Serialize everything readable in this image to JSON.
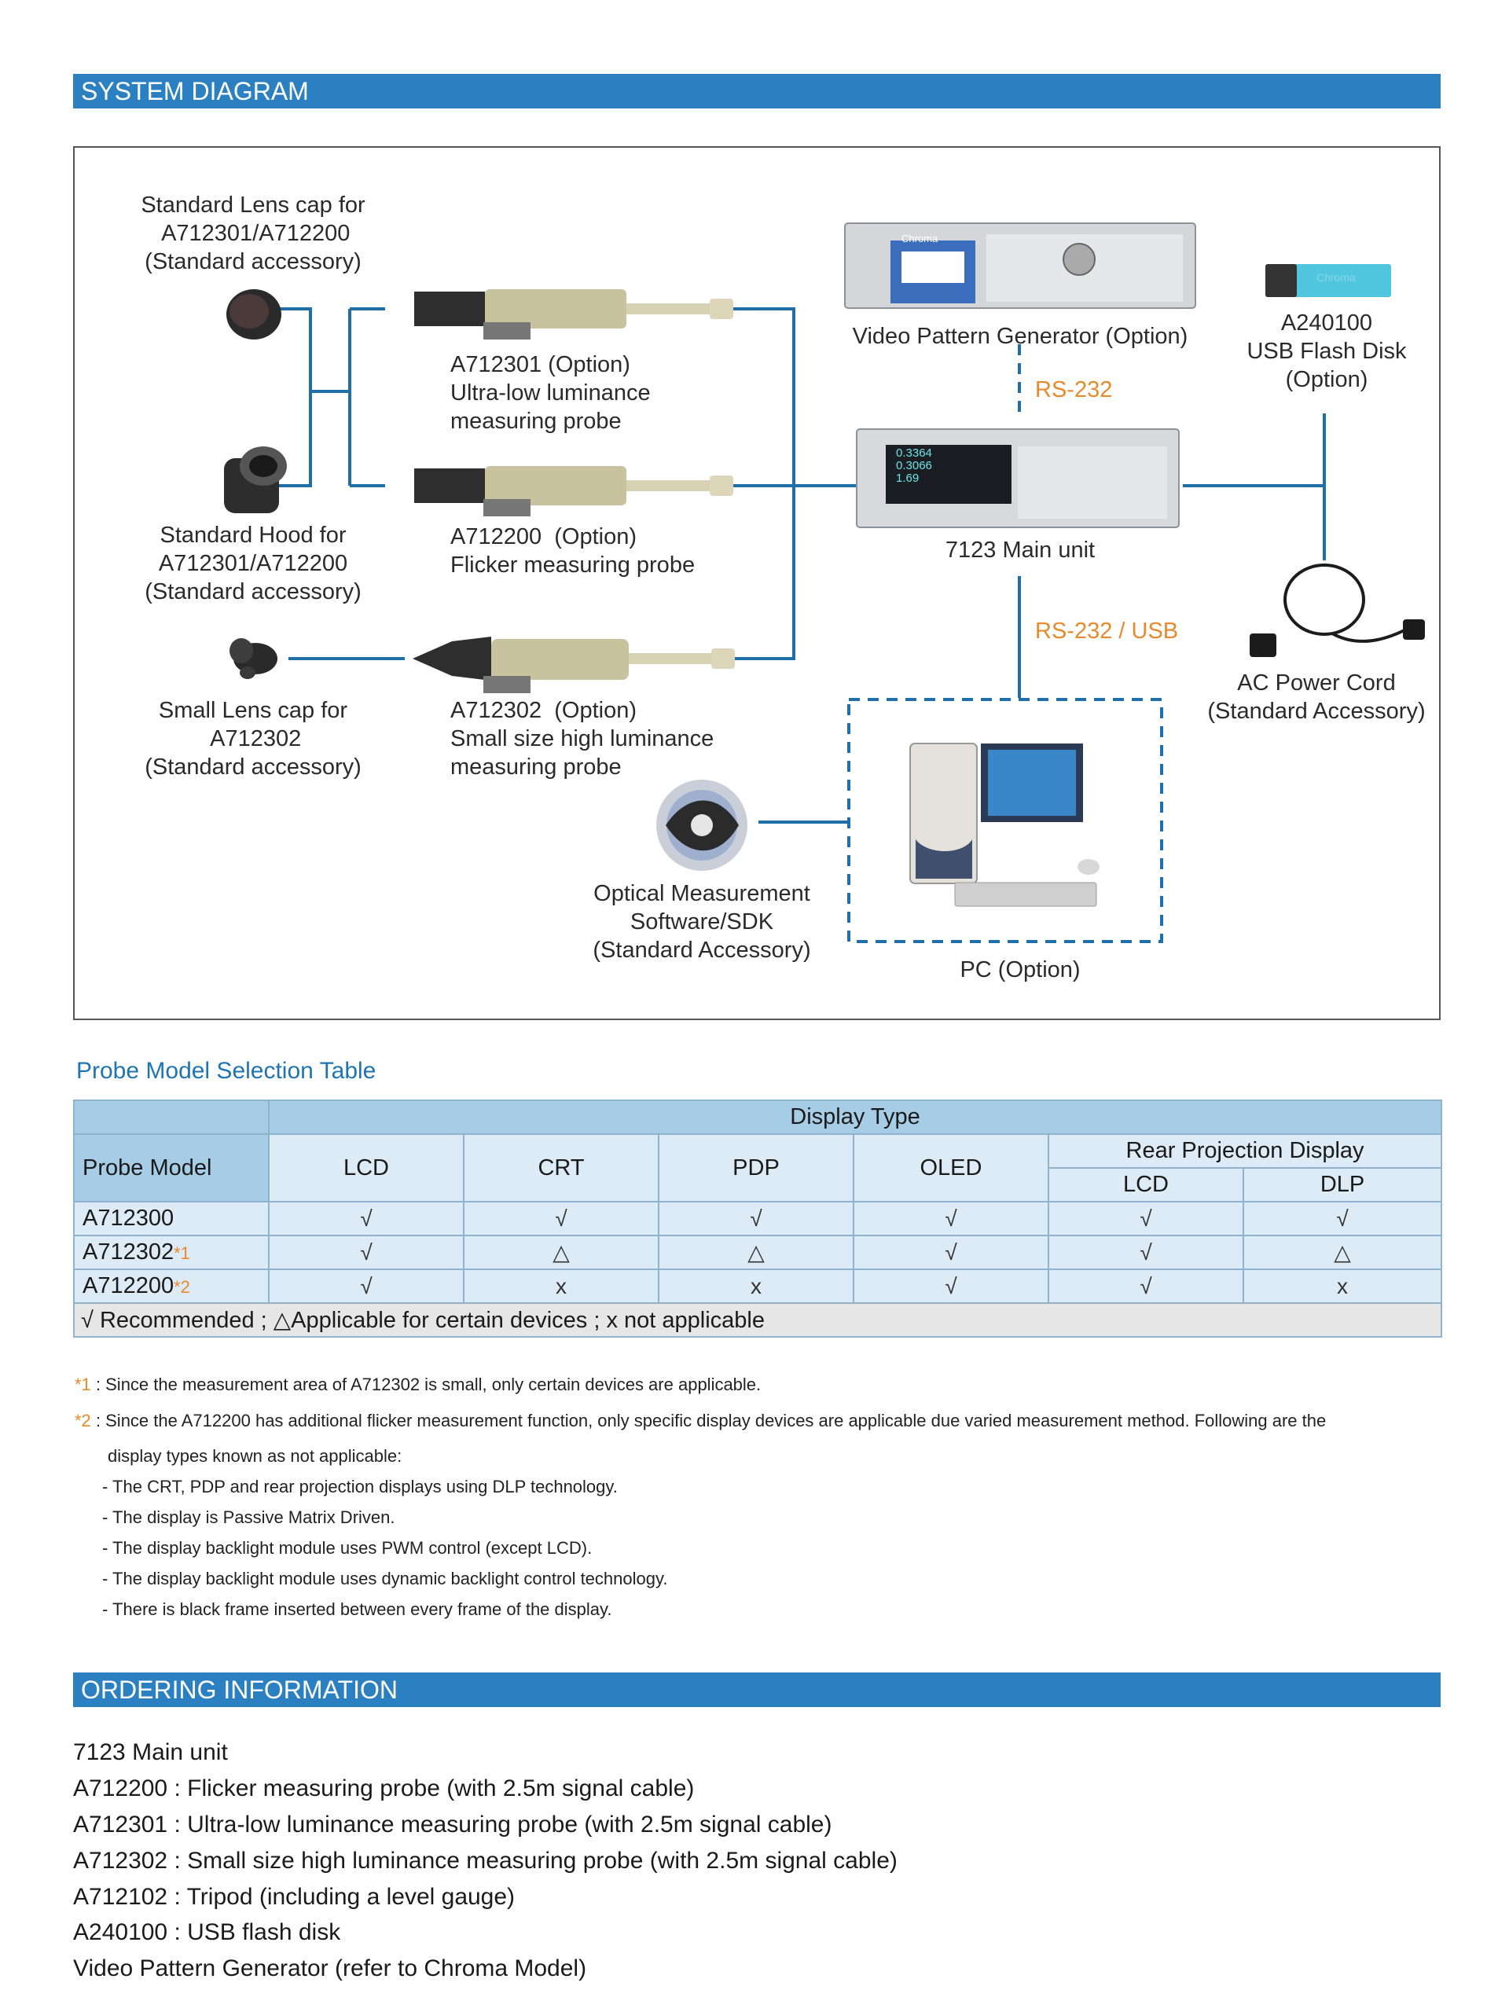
{
  "sections": {
    "system_diagram": "SYSTEM DIAGRAM",
    "ordering_information": "ORDERING INFORMATION"
  },
  "diagram": {
    "lens_cap_label": "Standard Lens cap for\n A712301/A712200\n(Standard accessory)",
    "hood_label": "Standard Hood for\nA712301/A712200\n(Standard accessory)",
    "small_cap_label": "Small Lens cap for\n A712302\n(Standard accessory)",
    "probe_a712301": "A712301 (Option)\nUltra-low luminance\nmeasuring probe",
    "probe_a712200": "A712200  (Option)\nFlicker measuring probe",
    "probe_a712302": "A712302  (Option)\nSmall size high luminance\nmeasuring probe",
    "video_pattern_generator": "Video Pattern Generator (Option)",
    "rs232": "RS-232",
    "main_unit": "7123 Main unit",
    "rs232_usb": "RS-232 / USB",
    "usb_flash": "A240100\nUSB Flash Disk\n(Option)",
    "ac_power": "AC Power Cord\n(Standard Accessory)",
    "software": "Optical Measurement\nSoftware/SDK\n(Standard Accessory)",
    "pc": "PC (Option)",
    "vpg_brand": "Chroma",
    "main_display_l1": "0.3364",
    "main_display_l2": "0.3066",
    "main_display_l3": "1.69",
    "usb_brand": "Chroma"
  },
  "table": {
    "title": "Probe Model Selection Table",
    "display_type": "Display Type",
    "probe_model": "Probe Model",
    "columns": [
      "LCD",
      "CRT",
      "PDP",
      "OLED"
    ],
    "rear_projection": "Rear Projection Display",
    "rear_columns": [
      "LCD",
      "DLP"
    ],
    "rows": [
      {
        "model": "A712300",
        "sup": "",
        "cells": [
          "√",
          "√",
          "√",
          "√",
          "√",
          "√"
        ]
      },
      {
        "model": "A712302",
        "sup": "*1",
        "cells": [
          "√",
          "△",
          "△",
          "√",
          "√",
          "△"
        ]
      },
      {
        "model": "A712200",
        "sup": "*2",
        "cells": [
          "√",
          "x",
          "x",
          "√",
          "√",
          "x"
        ]
      }
    ],
    "legend": "√ Recommended ; △Applicable for certain devices ; x not applicable"
  },
  "notes": {
    "n1_mark": "*1",
    "n1_text": " : Since the measurement area of A712302 is small, only certain devices are applicable.",
    "n2_mark": "*2",
    "n2_text": " : Since the A712200 has additional flicker measurement function, only specific display devices are applicable due varied measurement method.  Following are the",
    "n2_cont": "display types known as not applicable:",
    "bullets": [
      "- The CRT, PDP and rear projection displays using DLP technology.",
      "- The display is Passive Matrix Driven.",
      "- The display backlight module uses PWM control (except LCD).",
      "- The display backlight module uses dynamic backlight control technology.",
      "- There is black frame inserted between every frame of the display."
    ]
  },
  "ordering": [
    "7123 Main unit",
    "A712200 : Flicker measuring probe (with 2.5m signal cable)",
    "A712301 : Ultra-low luminance measuring probe (with 2.5m signal cable)",
    "A712302 : Small size high luminance measuring probe (with 2.5m signal cable)",
    "A712102 : Tripod (including a level gauge)",
    "A240100 : USB flash disk",
    "Video Pattern Generator (refer to Chroma Model)"
  ]
}
